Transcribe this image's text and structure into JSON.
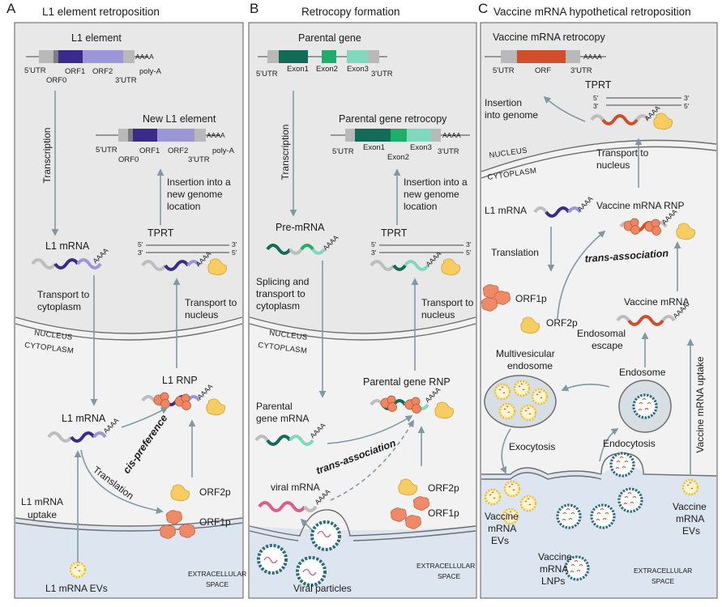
{
  "panel_a": {
    "letter": "A",
    "title": "L1 element retroposition",
    "gene_label": "L1 element",
    "gene_parts": {
      "utr5": "5'UTR",
      "orf0": "ORF0",
      "orf1": "ORF1",
      "orf2": "ORF2",
      "utr3": "3'UTR",
      "polya": "poly-A",
      "aaaa": "AAAA"
    },
    "new_gene_label": "New L1 element",
    "transcription": "Transcription",
    "mrna_nucleus": "L1 mRNA",
    "transport_cyto": [
      "Transport to",
      "cytoplasm"
    ],
    "insertion": [
      "Insertion into a",
      "new genome",
      "location"
    ],
    "tprt": "TPRT",
    "transport_nucleus": [
      "Transport to",
      "nucleus"
    ],
    "nucleus_label": "NUCLEUS",
    "cytoplasm_label": "CYTOPLASM",
    "mrna_cyto": "L1 mRNA",
    "rnp": "L1 RNP",
    "cis_pref": "cis-preference",
    "translation": "Translation",
    "orf2p": "ORF2p",
    "orf1p": "ORF1p",
    "uptake": [
      "L1 mRNA",
      "uptake"
    ],
    "evs": "L1 mRNA EVs",
    "extracellular": [
      "EXTRACELLULAR",
      "SPACE"
    ]
  },
  "panel_b": {
    "letter": "B",
    "title": "Retrocopy formation",
    "gene_label": "Parental gene",
    "gene_parts": {
      "utr5": "5'UTR",
      "exon1": "Exon1",
      "exon2": "Exon2",
      "exon3": "Exon3",
      "utr3": "3'UTR"
    },
    "retro_label": "Parental gene retrocopy",
    "transcription": "Transcription",
    "premrna": "Pre-mRNA",
    "splicing": [
      "Splicing and",
      "transport to",
      "cytoplasm"
    ],
    "insertion": [
      "Insertion into a",
      "new genome",
      "location"
    ],
    "tprt": "TPRT",
    "transport_nucleus": [
      "Transport to",
      "nucleus"
    ],
    "nucleus_label": "NUCLEUS",
    "cytoplasm_label": "CYTOPLASM",
    "parental_mrna": [
      "Parental",
      "gene mRNA"
    ],
    "rnp": "Parental gene RNP",
    "trans_assoc": "trans-association",
    "viral_mrna": "viral mRNA",
    "orf2p": "ORF2p",
    "orf1p": "ORF1p",
    "viral_particles": "Viral particles",
    "extracellular": [
      "EXTRACELLULAR",
      "SPACE"
    ]
  },
  "panel_c": {
    "letter": "C",
    "title": "Vaccine mRNA hypothetical retroposition",
    "retro_label": "Vaccine mRNA retrocopy",
    "gene_parts": {
      "utr5": "5'UTR",
      "orf": "ORF",
      "utr3": "3'UTR",
      "aaaa": "AAAA"
    },
    "insertion": [
      "Insertion",
      "into genome"
    ],
    "tprt": "TPRT",
    "transport_nucleus": [
      "Transport to",
      "nucleus"
    ],
    "nucleus_label": "NUCLEUS",
    "cytoplasm_label": "CYTOPLASM",
    "l1_mrna": "L1 mRNA",
    "translation": "Translation",
    "orf1p": "ORF1p",
    "orf2p": "ORF2p",
    "vaccine_rnp": "Vaccine mRNA RNP",
    "trans_assoc": "trans-association",
    "vaccine_mrna": "Vaccine mRNA",
    "endosomal_escape": [
      "Endosomal",
      "escape"
    ],
    "mve": [
      "Multivesicular",
      "endosome"
    ],
    "endosome": "Endosome",
    "exocytosis": "Exocytosis",
    "endocytosis": "Endocytosis",
    "uptake": "Vaccine mRNA uptake",
    "evs_left": [
      "Vaccine",
      "mRNA",
      "EVs"
    ],
    "evs_right": [
      "Vaccine",
      "mRNA",
      "EVs"
    ],
    "lnps": [
      "Vaccine",
      "mRNA",
      "LNPs"
    ],
    "extracellular": [
      "EXTRACELLULAR",
      "SPACE"
    ]
  },
  "strand_marks": {
    "five": "5'",
    "three": "3'"
  },
  "colors": {
    "panel_bg": "#f2f2f2",
    "nucleus_bg": "#e8e8e8",
    "extracellular_bg": "#dde6f0",
    "l1_dark": "#3a2a8c",
    "l1_light": "#9a96d8",
    "exon_dark": "#126b57",
    "exon_mid": "#1fae6a",
    "exon_light": "#7ed9bf",
    "vaccine": "#cf4f2a",
    "viral": "#e05a8c",
    "orf1p": "#ee8a68",
    "orf2p": "#f7cc60",
    "arrow": "#7f99a4"
  }
}
